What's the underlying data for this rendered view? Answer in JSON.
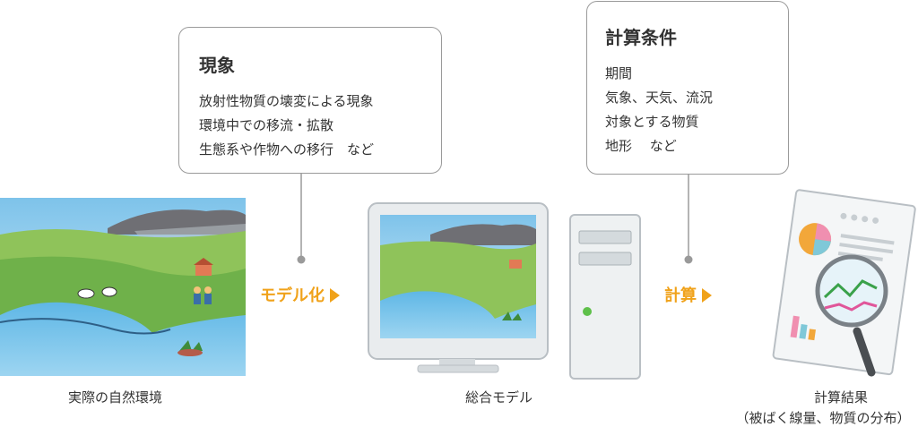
{
  "phenomena": {
    "title": "現象",
    "lines": [
      "放射性物質の壊変による現象",
      "環境中での移流・拡散",
      "生態系や作物への移行　など"
    ]
  },
  "conditions": {
    "title": "計算条件",
    "lines": [
      "期間",
      "気象、天気、流況",
      "対象とする物質",
      "地形　 など"
    ]
  },
  "arrows": {
    "modeling": "モデル化",
    "compute": "計算"
  },
  "captions": {
    "environment": "実際の自然環境",
    "model": "総合モデル",
    "result_line1": "計算結果",
    "result_line2": "（被ばく線量、物質の分布）"
  },
  "colors": {
    "accent": "#f0a21a",
    "border": "#9a9a9a"
  }
}
